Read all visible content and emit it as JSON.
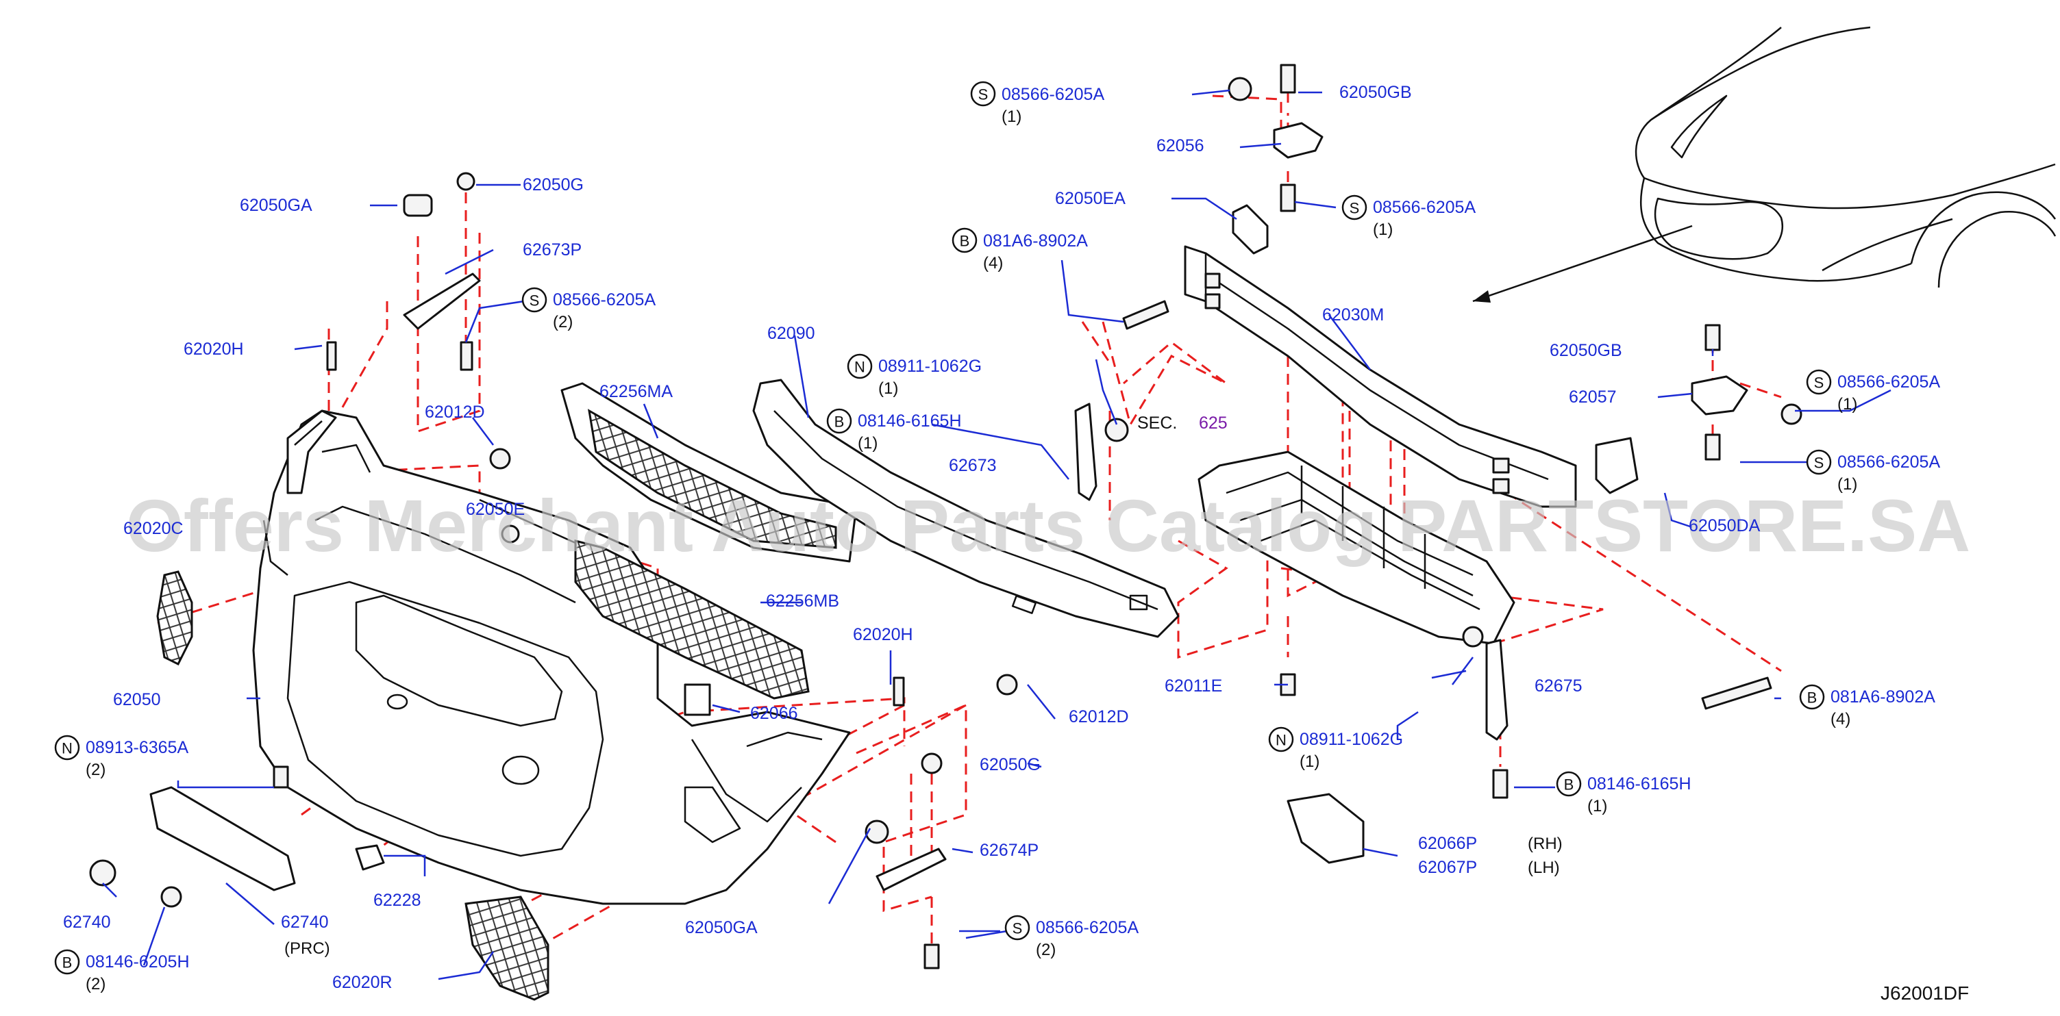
{
  "diagram_code": "J62001DF",
  "watermark": "Offers Merchant Auto Parts Catalog PARTSTORE.SA",
  "section_ref": {
    "prefix": "SEC.",
    "number": "625"
  },
  "part_labels": [
    {
      "id": "p62050GB_top",
      "text": "62050GB"
    },
    {
      "id": "p62056",
      "text": "62056"
    },
    {
      "id": "p62050EA",
      "text": "62050EA"
    },
    {
      "id": "p62050GA_top",
      "text": "62050GA"
    },
    {
      "id": "p62050G_top",
      "text": "62050G"
    },
    {
      "id": "p62673P",
      "text": "62673P"
    },
    {
      "id": "p62020H_left",
      "text": "62020H"
    },
    {
      "id": "p62256MA",
      "text": "62256MA"
    },
    {
      "id": "p62090",
      "text": "62090"
    },
    {
      "id": "p62030M",
      "text": "62030M"
    },
    {
      "id": "p62050GB_right",
      "text": "62050GB"
    },
    {
      "id": "p62057",
      "text": "62057"
    },
    {
      "id": "p62012D_top",
      "text": "62012D"
    },
    {
      "id": "p62673",
      "text": "62673"
    },
    {
      "id": "p62050E",
      "text": "62050E"
    },
    {
      "id": "p62020C",
      "text": "62020C"
    },
    {
      "id": "p62050DA",
      "text": "62050DA"
    },
    {
      "id": "p62256MB",
      "text": "62256MB"
    },
    {
      "id": "p62020H_mid",
      "text": "62020H"
    },
    {
      "id": "p62011E",
      "text": "62011E"
    },
    {
      "id": "p62675",
      "text": "62675"
    },
    {
      "id": "p62050",
      "text": "62050"
    },
    {
      "id": "p62066",
      "text": "62066"
    },
    {
      "id": "p62012D_mid",
      "text": "62012D"
    },
    {
      "id": "p62050G_mid",
      "text": "62050G"
    },
    {
      "id": "p62674P",
      "text": "62674P"
    },
    {
      "id": "p62740_a",
      "text": "62740"
    },
    {
      "id": "p62740_b",
      "text": "62740"
    },
    {
      "id": "p62740_note",
      "text": "(PRC)"
    },
    {
      "id": "p62228",
      "text": "62228"
    },
    {
      "id": "p62050GA_bot",
      "text": "62050GA"
    },
    {
      "id": "p62020R",
      "text": "62020R"
    },
    {
      "id": "p62066P",
      "text": "62066P"
    },
    {
      "id": "p62066P_side",
      "text": "(RH)"
    },
    {
      "id": "p62067P",
      "text": "62067P"
    },
    {
      "id": "p62067P_side",
      "text": "(LH)"
    }
  ],
  "fastener_labels": [
    {
      "id": "f1",
      "badge": "S",
      "code": "08566-6205A",
      "qty": "(1)"
    },
    {
      "id": "f2",
      "badge": "S",
      "code": "08566-6205A",
      "qty": "(1)"
    },
    {
      "id": "f3",
      "badge": "B",
      "code": "081A6-8902A",
      "qty": "(4)"
    },
    {
      "id": "f4",
      "badge": "S",
      "code": "08566-6205A",
      "qty": "(2)"
    },
    {
      "id": "f5",
      "badge": "N",
      "code": "08911-1062G",
      "qty": "(1)"
    },
    {
      "id": "f6",
      "badge": "B",
      "code": "08146-6165H",
      "qty": "(1)"
    },
    {
      "id": "f7",
      "badge": "S",
      "code": "08566-6205A",
      "qty": "(1)"
    },
    {
      "id": "f8",
      "badge": "S",
      "code": "08566-6205A",
      "qty": "(1)"
    },
    {
      "id": "f9",
      "badge": "B",
      "code": "081A6-8902A",
      "qty": "(4)"
    },
    {
      "id": "f10",
      "badge": "N",
      "code": "08911-1062G",
      "qty": "(1)"
    },
    {
      "id": "f11",
      "badge": "B",
      "code": "08146-6165H",
      "qty": "(1)"
    },
    {
      "id": "f12",
      "badge": "N",
      "code": "08913-6365A",
      "qty": "(2)"
    },
    {
      "id": "f13",
      "badge": "S",
      "code": "08566-6205A",
      "qty": "(2)"
    },
    {
      "id": "f14",
      "badge": "B",
      "code": "08146-6205H",
      "qty": "(2)"
    }
  ]
}
